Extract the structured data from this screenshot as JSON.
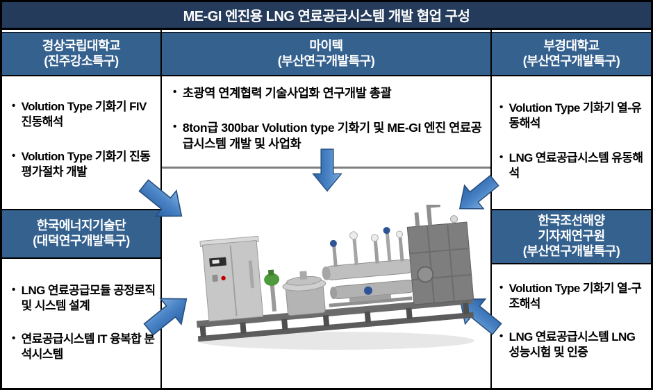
{
  "title": "ME-GI 엔진용 LNG 연료공급시스템 개발 협업 구성",
  "boxes": {
    "left_top": {
      "org": "경상국립대학교",
      "region": "(진주강소특구)",
      "items": [
        "Volution Type 기화기 FIV 진동해석",
        "Volution Type 기화기 진동평가절차 개발"
      ]
    },
    "center": {
      "org": "마이텍",
      "region": "(부산연구개발특구)",
      "items": [
        "초광역 연계협력 기술사업화 연구개발 총괄",
        "8ton급 300bar Volution type 기화기 및 ME-GI 엔진 연료공급시스템 개발 및 사업화"
      ]
    },
    "right_top": {
      "org": "부경대학교",
      "region": "(부산연구개발특구)",
      "items": [
        "Volution Type 기화기 열-유동해석",
        "LNG 연료공급시스템 유동해석"
      ]
    },
    "left_bottom": {
      "org": "한국에너지기술단",
      "region": "(대덕연구개발특구)",
      "items": [
        "LNG 연료공급모듈  공정로직 및 시스템 설계",
        "연료공급시스템 IT 융복합 분석시스템"
      ]
    },
    "right_bottom": {
      "org_line1": "한국조선해양",
      "org_line2": "기자재연구원",
      "region": "(부산연구개발특구)",
      "items": [
        "Volution Type 기화기 열-구조해석",
        "LNG 연료공급시스템 LNG 성능시험 및 인증"
      ]
    }
  },
  "illustration": {
    "name": "lng-fuel-supply-skid",
    "description": "3D rendering of ME-GI LNG fuel gas supply system skid"
  },
  "colors": {
    "title_bg": "#253B5B",
    "header_bg": "#35618F",
    "arrow_blue": "#3A76BE",
    "arrow_dark": "#274F7E",
    "border": "#000000",
    "gray_rule": "#7F7F7F"
  }
}
